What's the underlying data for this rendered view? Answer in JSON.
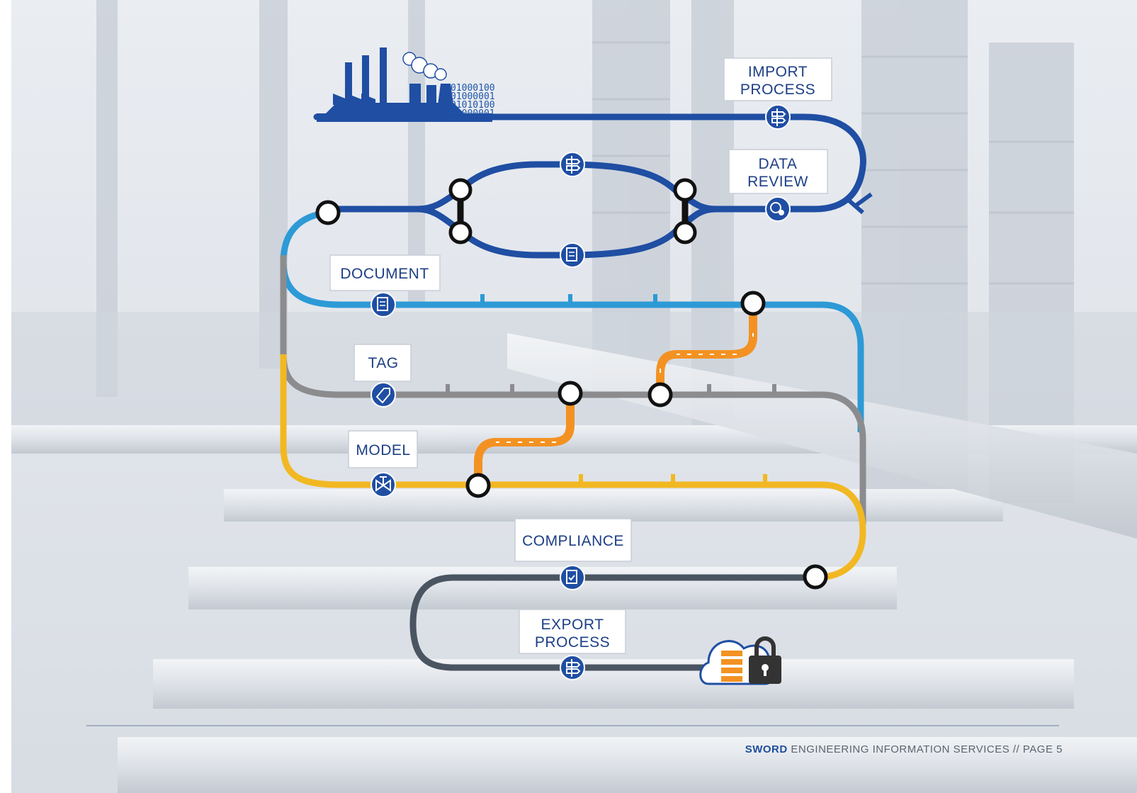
{
  "stations": {
    "import_process": [
      "IMPORT",
      "PROCESS"
    ],
    "data_review": [
      "DATA",
      "REVIEW"
    ],
    "document": "DOCUMENT",
    "tag": "TAG",
    "model": "MODEL",
    "compliance": "COMPLIANCE",
    "export_process": [
      "EXPORT",
      "PROCESS"
    ]
  },
  "binary_text": [
    "01000100",
    "01000001",
    "01010100",
    "01000001"
  ],
  "footer": {
    "brand": "SWORD",
    "rest": "ENGINEERING INFORMATION SERVICES",
    "separator": "//",
    "page": "PAGE 5"
  },
  "colors": {
    "import_line": "#1f4ea3",
    "document_line": "#2d9ad6",
    "tag_line": "#8c8c8f",
    "model_line": "#f2b822",
    "compliance_line": "#4a5561",
    "transfer": "#f39222",
    "icon_fill": "#1f4ea3"
  },
  "icons": [
    "factory-icon",
    "signpost-icon",
    "review-icon",
    "document-icon",
    "tag-icon",
    "valve-icon",
    "compliance-icon",
    "cloud-server-icon",
    "lock-icon"
  ]
}
